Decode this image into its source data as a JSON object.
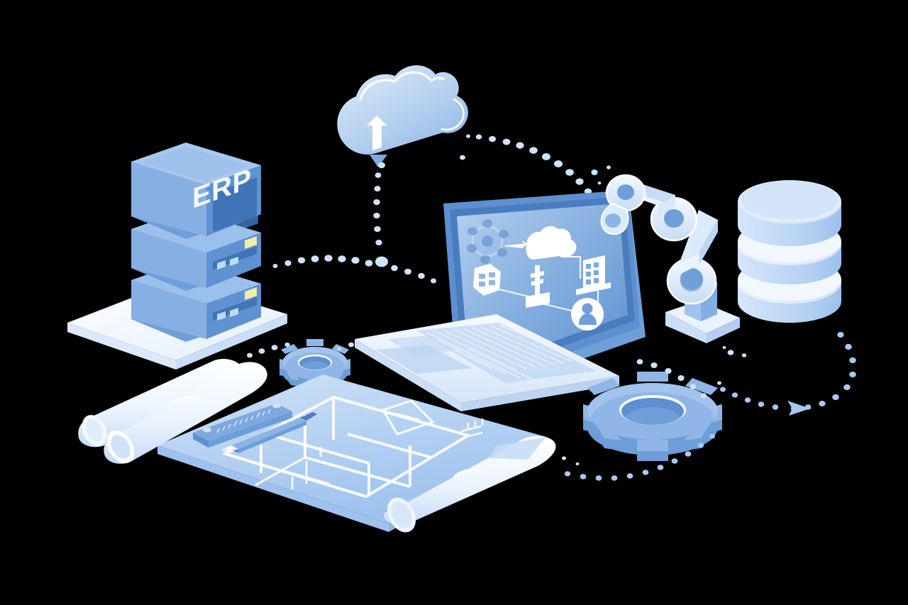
{
  "illustration": {
    "title": "ERP Cloud Manufacturing Isometric Illustration",
    "style": "isometric 3D flat illustration",
    "background_color": "#000000"
  },
  "palette": {
    "background": "#000000",
    "white": "#ffffff",
    "paper_white": "#f2f7fd",
    "ice": "#e4eefb",
    "light_blue": "#cfe0f6",
    "mid_blue": "#a9c8ec",
    "blue": "#8db4e3",
    "accent_blue": "#6f9fd8",
    "deep_blue": "#4a7cbf",
    "dark_panel": "#3f74b8",
    "shadow_blue": "#7aa6dc",
    "led_yellow": "#edefa6",
    "led_cyan": "#bedcf7"
  },
  "objects": {
    "erp_server": {
      "name": "ERP server rack",
      "label": "ERP",
      "unit_count": 3,
      "leds": [
        {
          "color": "#bedcf7",
          "name": "status-led-cyan-1"
        },
        {
          "color": "#bedcf7",
          "name": "status-led-cyan-2"
        },
        {
          "color": "#edefa6",
          "name": "status-led-yellow"
        }
      ],
      "has_platform": true
    },
    "cloud": {
      "name": "cloud upload",
      "arrow_direction": "up",
      "connected_to": [
        "erp_server",
        "laptop",
        "robot_arm"
      ]
    },
    "laptop": {
      "name": "laptop computer",
      "screen_diagram": {
        "nodes": [
          {
            "id": "gear-network",
            "icon": "gear-molecule-icon",
            "label": "process"
          },
          {
            "id": "cloud-user",
            "icon": "cloud-user-icon",
            "label": "cloud user"
          },
          {
            "id": "factory-hex",
            "icon": "factory-hexagon-icon",
            "label": "factory"
          },
          {
            "id": "server-pin",
            "icon": "server-pin-icon",
            "label": "node"
          },
          {
            "id": "office-building",
            "icon": "office-building-icon",
            "label": "office"
          },
          {
            "id": "user-circle",
            "icon": "user-circle-icon",
            "label": "user"
          }
        ],
        "connections": [
          [
            "gear-network",
            "cloud-user"
          ],
          [
            "cloud-user",
            "server-pin"
          ],
          [
            "cloud-user",
            "office-building"
          ],
          [
            "factory-hex",
            "server-pin"
          ],
          [
            "server-pin",
            "user-circle"
          ],
          [
            "office-building",
            "user-circle"
          ]
        ]
      },
      "has_keyboard": true,
      "has_trackpad": true
    },
    "robot_arm": {
      "name": "industrial robotic arm",
      "joint_count": 3,
      "has_base": true
    },
    "database": {
      "name": "database cylinder stack",
      "disc_count": 3
    },
    "gear_large": {
      "name": "large gear",
      "tooth_count": 8
    },
    "gear_small": {
      "name": "small gear",
      "tooth_count": 8
    },
    "blueprint": {
      "name": "architectural blueprint",
      "tools": [
        "ruler",
        "pencil"
      ],
      "rolled_sheets": 3,
      "plan_type": "floor plan"
    },
    "dotted_paths": [
      {
        "name": "cloud-to-robot-path",
        "from": "cloud",
        "to": "robot_arm",
        "has_arrow": false
      },
      {
        "name": "server-to-cloud-path",
        "from": "erp_server",
        "to": "cloud",
        "has_arrow": false
      },
      {
        "name": "cloud-down-path",
        "from": "cloud",
        "to": "laptop",
        "has_arrow": true
      },
      {
        "name": "database-to-gear-path",
        "from": "database",
        "to": "gear_large",
        "has_arrow": true
      },
      {
        "name": "gear-to-blueprint-path",
        "from": "gear_large",
        "to": "blueprint",
        "has_arrow": false
      },
      {
        "name": "blueprint-to-gear-small-path",
        "from": "blueprint",
        "to": "gear_small",
        "has_arrow": false
      }
    ]
  }
}
